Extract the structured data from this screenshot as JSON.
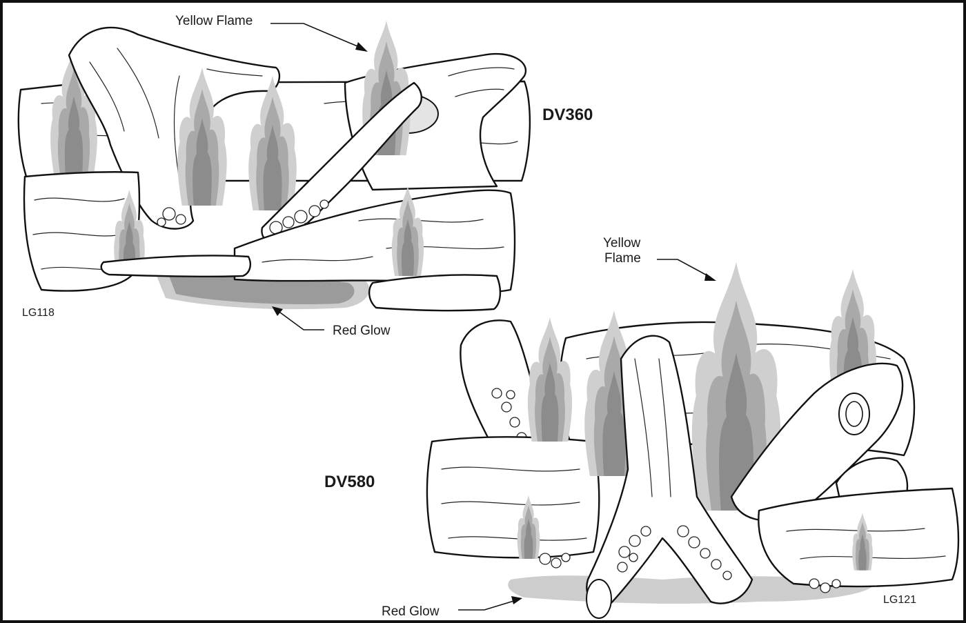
{
  "figure": {
    "frame_color": "#111111",
    "colors": {
      "flame_outer": "#cfcfcf",
      "flame_mid": "#a9a9a9",
      "flame_inner": "#8c8c8c",
      "glow": "#9b9b9b"
    }
  },
  "top_set": {
    "model": "DV360",
    "part_code": "LG118",
    "flame_label": "Yellow Flame",
    "glow_label": "Red Glow"
  },
  "bottom_set": {
    "model": "DV580",
    "part_code": "LG121",
    "flame_label_line1": "Yellow",
    "flame_label_line2": "Flame",
    "glow_label": "Red Glow"
  }
}
